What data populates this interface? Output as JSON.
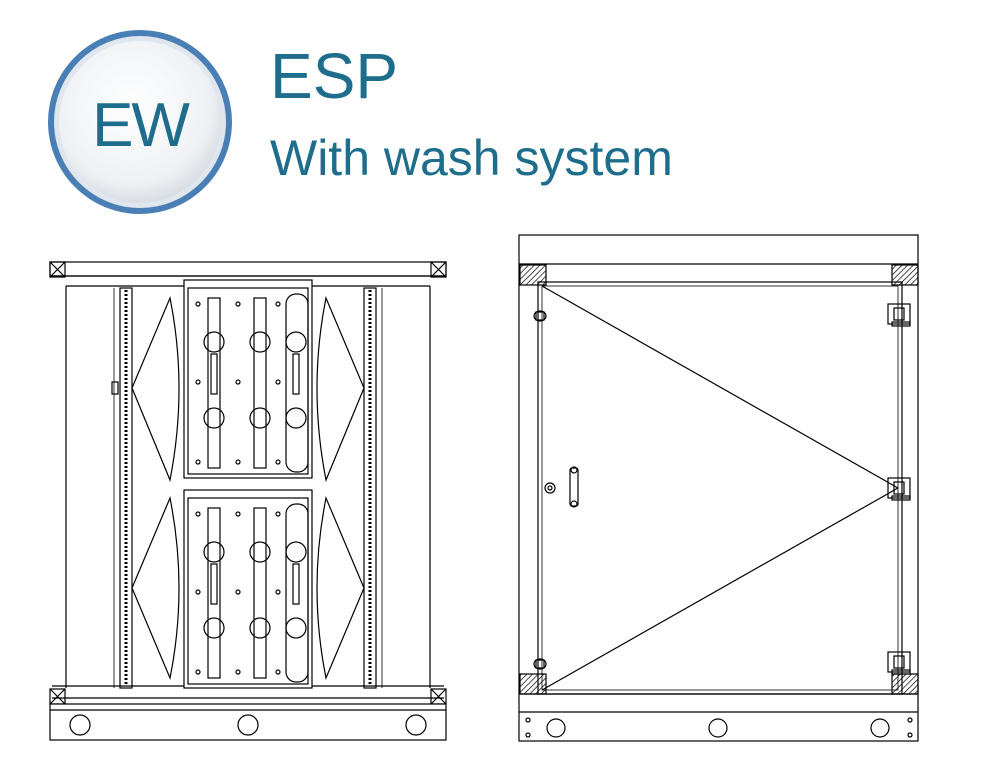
{
  "header": {
    "badge_label": "EW",
    "title": "ESP",
    "subtitle": "With wash system"
  },
  "colors": {
    "brand_blue": "#1e6d8c",
    "badge_outer": "#4a7fb5",
    "badge_inner": "#f4f6f8",
    "line": "#000000"
  },
  "drawings": {
    "left": "internal-view",
    "right": "door-view"
  }
}
